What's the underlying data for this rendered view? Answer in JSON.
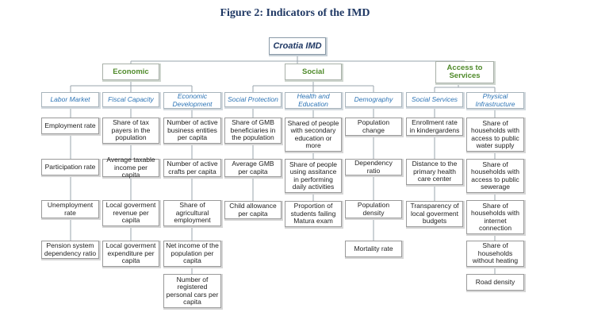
{
  "figure": {
    "caption": "Figure 2: Indicators of the IMD"
  },
  "root": {
    "label": "Croatia IMD"
  },
  "pillars": [
    {
      "label": "Economic"
    },
    {
      "label": "Social"
    },
    {
      "label": "Access to Services"
    }
  ],
  "subcategories": [
    {
      "label": "Labor Market",
      "indicators": [
        "Employment rate",
        "Participation rate",
        "Unemployment rate",
        "Pension system dependency ratio"
      ]
    },
    {
      "label": "Fiscal Capacity",
      "indicators": [
        "Share of tax payers in the population",
        "Average taxable income per capita",
        "Local goverment revenue per capita",
        "Local goverment expenditure per capita"
      ]
    },
    {
      "label": "Economic Development",
      "indicators": [
        "Number of active business entities per capita",
        "Number of active crafts per capita",
        "Share of agricultural employment",
        "Net income of the population per capita",
        "Number of registered personal cars per capita"
      ]
    },
    {
      "label": "Social Protection",
      "indicators": [
        "Share of GMB beneficiaries in the population",
        "Average GMB per capita",
        "Child allowance per capita"
      ]
    },
    {
      "label": "Health and Education",
      "indicators": [
        "Shared of people with secondary education or more",
        "Share of people using assitance in performing daily activities",
        "Proportion of students failing Matura exam"
      ]
    },
    {
      "label": "Demography",
      "indicators": [
        "Population change",
        "Dependency ratio",
        "Population density",
        "Mortality rate"
      ]
    },
    {
      "label": "Social Services",
      "indicators": [
        "Enrollment rate in kindergardens",
        "Distance to the primary health care center",
        "Transparency of local goverment budgets"
      ]
    },
    {
      "label": "Physical Infrastructure",
      "indicators": [
        "Share of households with access to public water supply",
        "Share of households with access to public sewerage",
        "Share of households with internet connection",
        "Share of households without heating",
        "Road density"
      ]
    }
  ]
}
